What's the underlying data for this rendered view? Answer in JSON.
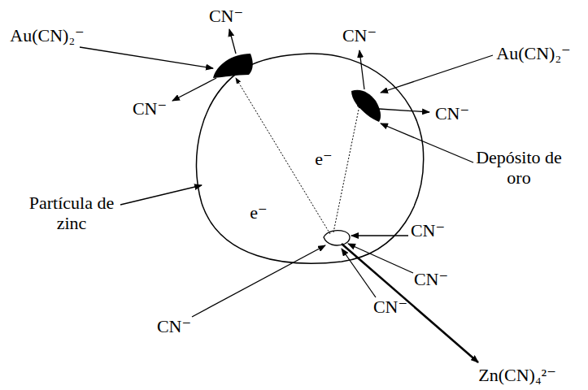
{
  "diagram": {
    "labels": [
      "Au(CN)₂⁻",
      "CN⁻",
      "CN⁻",
      "CN⁻",
      "Au(CN)₂⁻",
      "CN⁻",
      "Depósito de oro",
      "Partícula de zinc",
      "e⁻",
      "e⁻",
      "CN⁻",
      "CN⁻",
      "CN⁻",
      "CN⁻",
      "Zn(CN)₄²⁻"
    ]
  }
}
